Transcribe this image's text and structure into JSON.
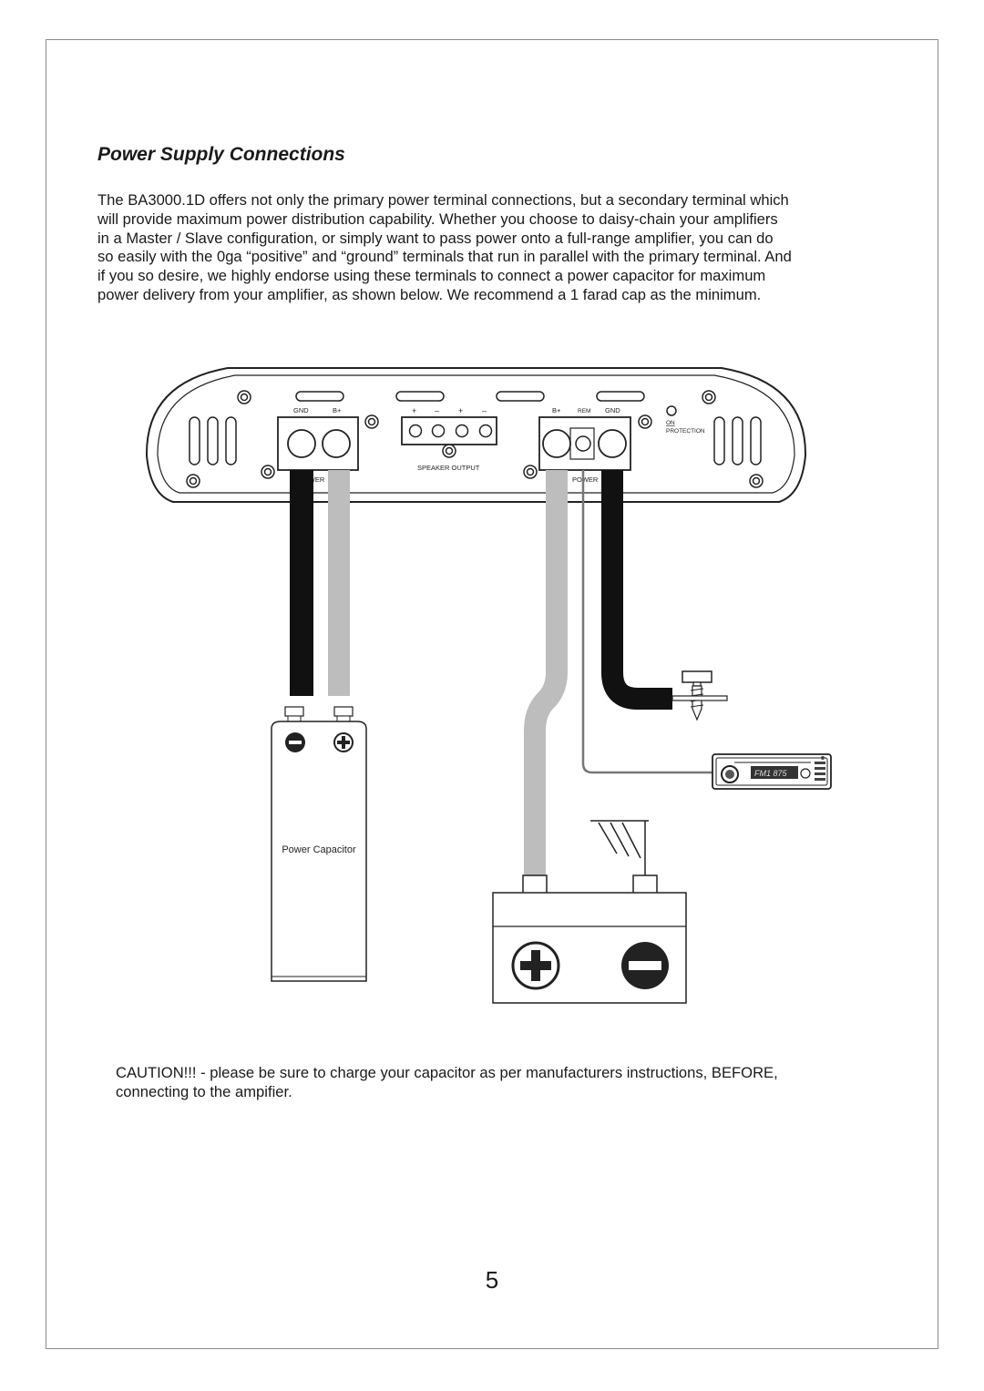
{
  "page": {
    "title": "Power Supply Connections",
    "intro_lines": [
      "The BA3000.1D offers not only the primary power terminal connections, but a secondary terminal which",
      "will provide maximum power distribution capability.  Whether you choose to daisy-chain your amplifiers",
      "in a Master / Slave configuration, or simply want to pass power onto a full-range amplifier, you can do",
      "so easily with the 0ga “positive” and “ground” terminals that run in parallel with the primary terminal.  And",
      "if you so desire, we highly endorse using these terminals to connect a power capacitor for maximum",
      "power delivery from your amplifier, as shown below.  We recommend a 1 farad cap as the minimum."
    ],
    "caution_lines": [
      "CAUTION!!! - please be sure to charge your capacitor as per manufacturers instructions, BEFORE,",
      "connecting to the ampifier."
    ],
    "page_number": "5"
  },
  "diagram": {
    "amp_labels": {
      "left_gnd": "GND",
      "left_bplus": "B+",
      "left_power": "POWER",
      "speaker_plus_1": "+",
      "speaker_minus_1": "–",
      "speaker_plus_2": "+",
      "speaker_minus_2": "–",
      "speaker_output": "SPEAKER OUTPUT",
      "right_bplus": "B+",
      "right_rem": "REM",
      "right_gnd": "GND",
      "right_power": "POWER",
      "on": "ON",
      "protection": "PROTECTION"
    },
    "capacitor_label": "Power Capacitor",
    "head_unit_display": "FM1  875"
  }
}
